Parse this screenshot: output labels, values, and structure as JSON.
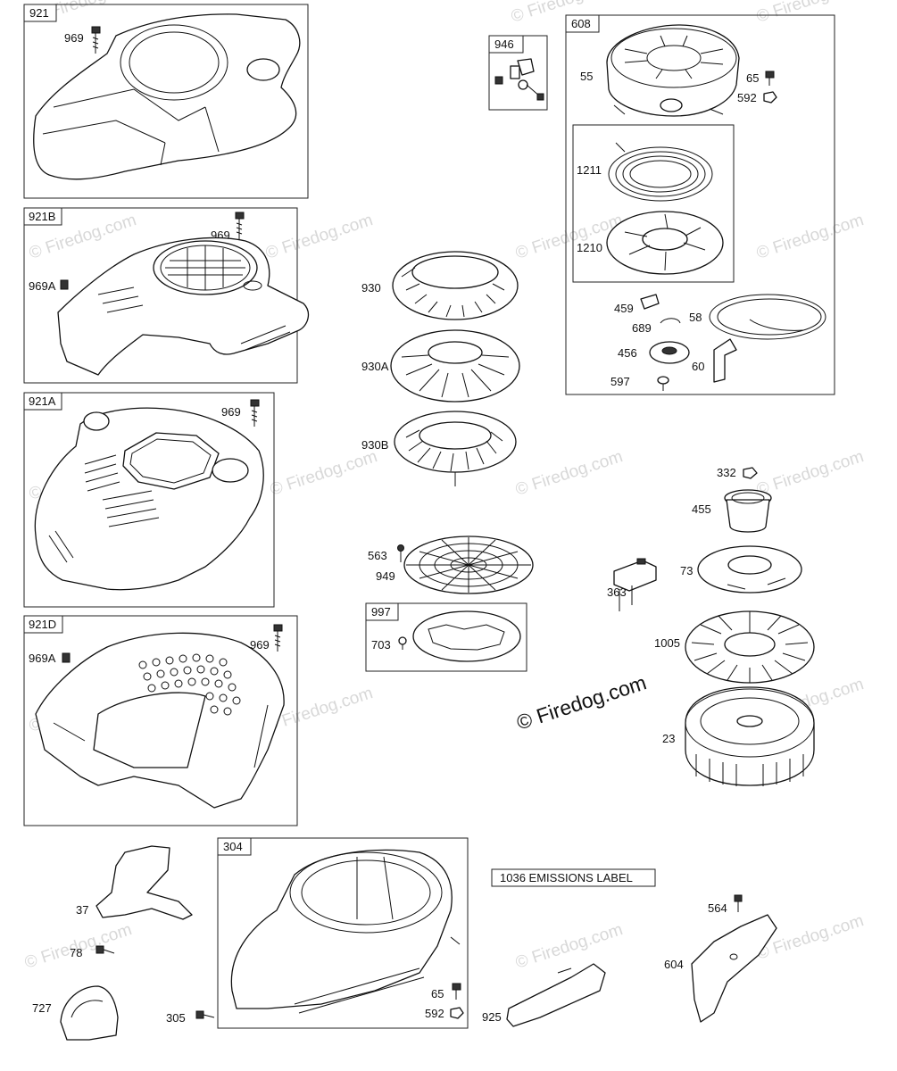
{
  "watermark": {
    "text": "© Firedog.com",
    "main_text": "© Firedog.com"
  },
  "emissions_label": "1036 EMISSIONS LABEL",
  "groups": [
    {
      "id": "921",
      "parts": [
        "969"
      ]
    },
    {
      "id": "921B",
      "parts": [
        "969",
        "969A"
      ]
    },
    {
      "id": "921A",
      "parts": [
        "969"
      ]
    },
    {
      "id": "921D",
      "parts": [
        "969A",
        "969"
      ]
    },
    {
      "id": "946",
      "parts": []
    },
    {
      "id": "608",
      "parts": [
        "55",
        "65",
        "592",
        "1211",
        "1210",
        "459",
        "58",
        "689",
        "456",
        "60",
        "597"
      ]
    },
    {
      "id": "997",
      "parts": [
        "703"
      ]
    },
    {
      "id": "304",
      "parts": [
        "65",
        "592"
      ]
    }
  ],
  "loose_parts": [
    "930",
    "930A",
    "930B",
    "563",
    "949",
    "332",
    "455",
    "363",
    "73",
    "1005",
    "23",
    "37",
    "78",
    "727",
    "305",
    "925",
    "564",
    "604"
  ]
}
